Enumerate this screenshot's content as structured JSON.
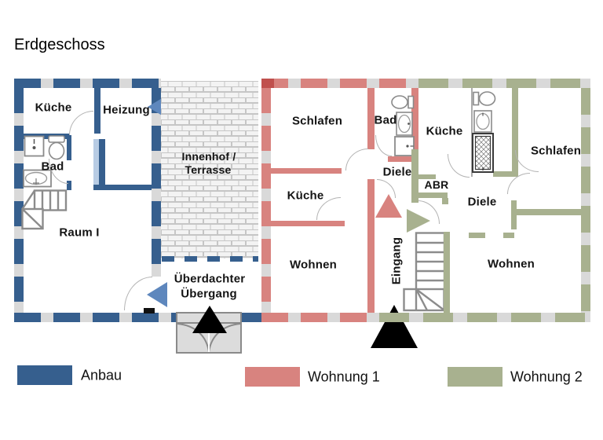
{
  "title": "Erdgeschoss",
  "colors": {
    "anbau": "#365F8E",
    "wohnung1": "#D8837F",
    "wohnung2": "#A8B18F",
    "window": "#D9D9D9",
    "glass": "#B8CCE4",
    "arrow_blue": "#5E87BD",
    "dark_red": "#C0504D",
    "ink": "#141414"
  },
  "anbau": {
    "kueche": "Küche",
    "heizung": "Heizung",
    "bad": "Bad",
    "raum1": "Raum I"
  },
  "courtyard": {
    "line1": "Innenhof /",
    "line2": "Terrasse"
  },
  "passage": {
    "line1": "Überdachter",
    "line2": "Übergang"
  },
  "wohnung1": {
    "schlafen": "Schlafen",
    "bad": "Bad",
    "kueche": "Küche",
    "diele": "Diele",
    "wohnen": "Wohnen"
  },
  "entrance": {
    "label": "Eingang"
  },
  "wohnung2": {
    "kueche": "Küche",
    "schlafen": "Schlafen",
    "abr": "ABR",
    "diele": "Diele",
    "wohnen": "Wohnen"
  },
  "legend": {
    "anbau": {
      "label": "Anbau",
      "color": "#365F8E"
    },
    "wohnung1": {
      "label": "Wohnung 1",
      "color": "#D8837F"
    },
    "wohnung2": {
      "label": "Wohnung 2",
      "color": "#A8B18F"
    }
  },
  "icons": {
    "door_arrow": "triangle-left-blue",
    "wohnung1_entrance": "triangle-up-red",
    "wohnung2_entrance": "triangle-right-green",
    "building_entrance": "triangle-up-black",
    "gate": "double-door-gate",
    "courtyard_fill": "brick-pattern"
  }
}
